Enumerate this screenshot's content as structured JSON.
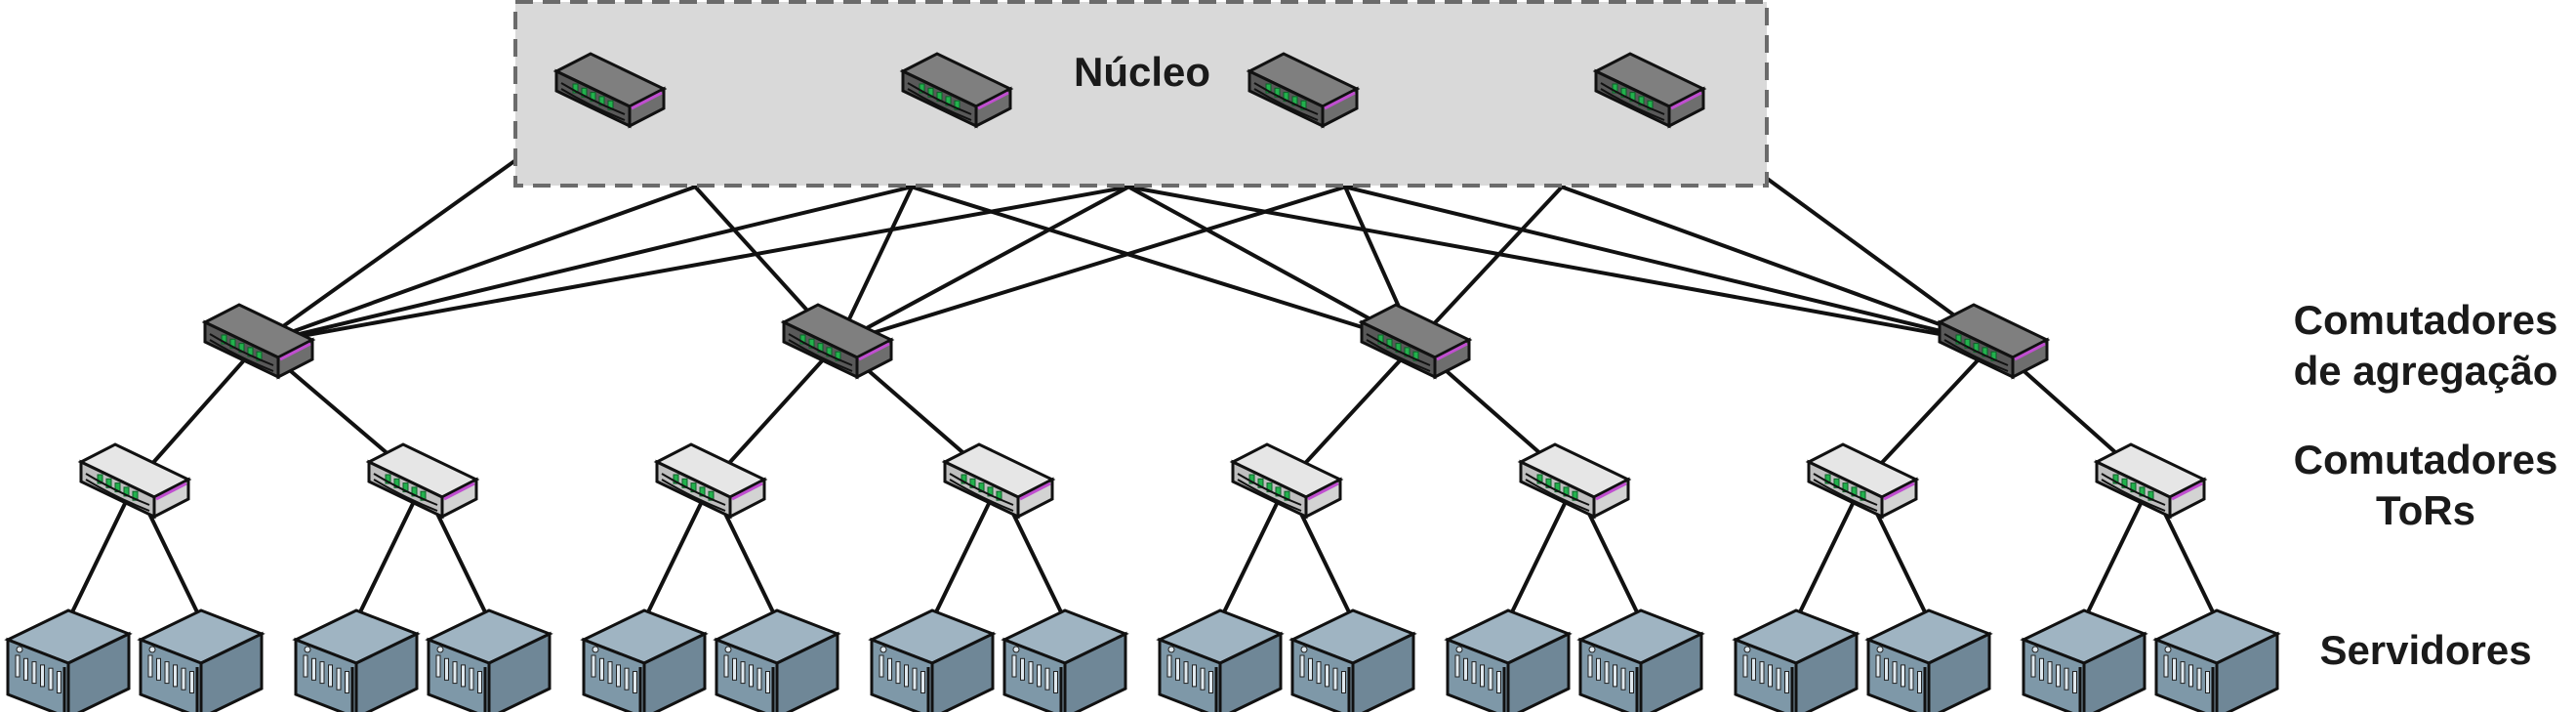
{
  "labels": {
    "core": "Núcleo",
    "aggregation": [
      "Comutadores",
      "de agregação"
    ],
    "tor": [
      "Comutadores",
      "ToRs"
    ],
    "servers": "Servidores"
  },
  "colors": {
    "core_box_fill": "#d9d9d9",
    "core_box_border": "#6b6b6b",
    "link": "#111111",
    "switch_dark": "#7f7f7f",
    "switch_light": "#e6e6e6",
    "switch_port": "#22b14c",
    "switch_side": "#c04fd0",
    "server_fill": "#7e98a8"
  },
  "topology": {
    "core_switches": 4,
    "aggregation_switches": 4,
    "tor_switches": 8,
    "servers": 16
  }
}
